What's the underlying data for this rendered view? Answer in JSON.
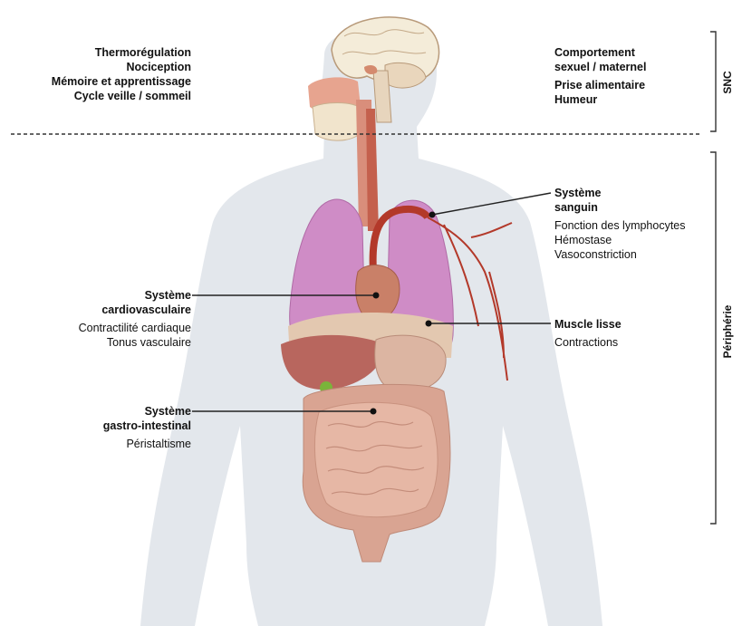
{
  "cns_left": [
    "Thermorégulation",
    "Nociception",
    "Mémoire et apprentissage",
    "Cycle veille / sommeil"
  ],
  "cns_right_block1": [
    "Comportement",
    "sexuel / maternel"
  ],
  "cns_right_block2": [
    "Prise alimentaire",
    "Humeur"
  ],
  "brackets": {
    "cns": "SNC",
    "periphery": "Périphérie"
  },
  "systems": {
    "blood": {
      "title": [
        "Système",
        "sanguin"
      ],
      "items": [
        "Fonction des lymphocytes",
        "Hémostase",
        "Vasoconstriction"
      ]
    },
    "cardio": {
      "title": [
        "Système",
        "cardiovasculaire"
      ],
      "items": [
        "Contractilité cardiaque",
        "Tonus vasculaire"
      ]
    },
    "smooth": {
      "title": [
        "Muscle lisse"
      ],
      "items": [
        "Contractions"
      ]
    },
    "gastro": {
      "title": [
        "Système",
        "gastro-intestinal"
      ],
      "items": [
        "Péristaltisme"
      ]
    }
  },
  "colors": {
    "silhouette": "#e3e7ec",
    "lung": "#cf8cc6",
    "vessel": "#b3392a",
    "intestine": "#e6b7a5",
    "liver": "#b8665e"
  }
}
